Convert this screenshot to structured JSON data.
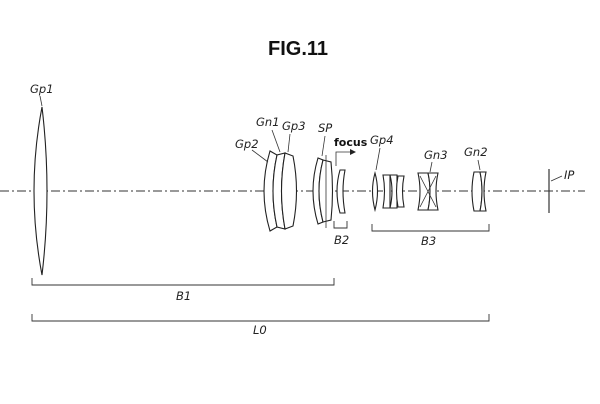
{
  "figure": {
    "title": "FIG.11",
    "groups": {
      "gp1": "Gp1",
      "gp2": "Gp2",
      "gn1": "Gn1",
      "gp3": "Gp3",
      "sp": "SP",
      "focus": "focus",
      "gp4": "Gp4",
      "gn3": "Gn3",
      "gn2": "Gn2",
      "ip": "IP"
    },
    "brackets": {
      "b1": "B1",
      "b2": "B2",
      "b3": "B3",
      "l0": "L0"
    }
  }
}
